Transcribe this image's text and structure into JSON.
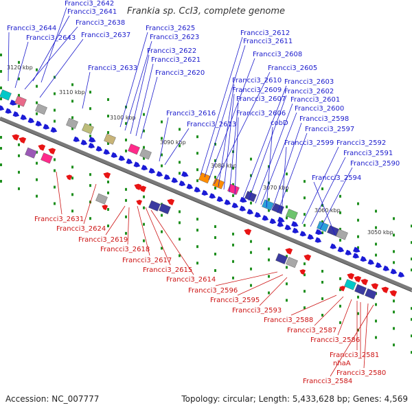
{
  "title": "Frankia sp. CcI3, complete genome",
  "accession": "Accession: NC_007777",
  "topology": "Topology: circular; Length: 5,433,628 bp; Genes: 4,569",
  "colors": {
    "forward_arrow": "#1b1bd6",
    "reverse_arrow": "#e81414",
    "label_forward": "#1a1acc",
    "label_reverse": "#cc1111",
    "backbone": "#7a7a7a",
    "tick": "#1f8f1f"
  },
  "scale_labels": [
    "3120 kbp",
    "3110 kbp",
    "3100 kbp",
    "3090 kbp",
    "3080 kbp",
    "3070 kbp",
    "3060 kbp",
    "3050 kbp"
  ],
  "forward_genes": [
    "Francci3_2642",
    "Francci3_2641",
    "Francci3_2644",
    "Francci3_2638",
    "Francci3_2643",
    "Francci3_2637",
    "Francci3_2633",
    "Francci3_2625",
    "Francci3_2623",
    "Francci3_2622",
    "Francci3_2621",
    "Francci3_2620",
    "Francci3_2616",
    "Francci3_2613",
    "Francci3_2612",
    "Francci3_2611",
    "Francci3_2608",
    "Francci3_2605",
    "Francci3_2610",
    "Francci3_2609",
    "Francci3_2607",
    "Francci3_2606",
    "Francci3_2603",
    "Francci3_2602",
    "Francci3_2601",
    "cobD",
    "Francci3_2600",
    "Francci3_2598",
    "Francci3_2597",
    "Francci3_2599",
    "Francci3_2592",
    "Francci3_2591",
    "Francci3_2590",
    "Francci3_2594"
  ],
  "reverse_genes": [
    "Francci3_2631",
    "Francci3_2624",
    "Francci3_2619",
    "Francci3_2618",
    "Francci3_2617",
    "Francci3_2615",
    "Francci3_2614",
    "Francci3_2596",
    "Francci3_2595",
    "Francci3_2593",
    "Francci3_2588",
    "Francci3_2587",
    "Francci3_2586",
    "Francci3_2581",
    "nhaA",
    "Francci3_2580",
    "Francci3_2584"
  ]
}
